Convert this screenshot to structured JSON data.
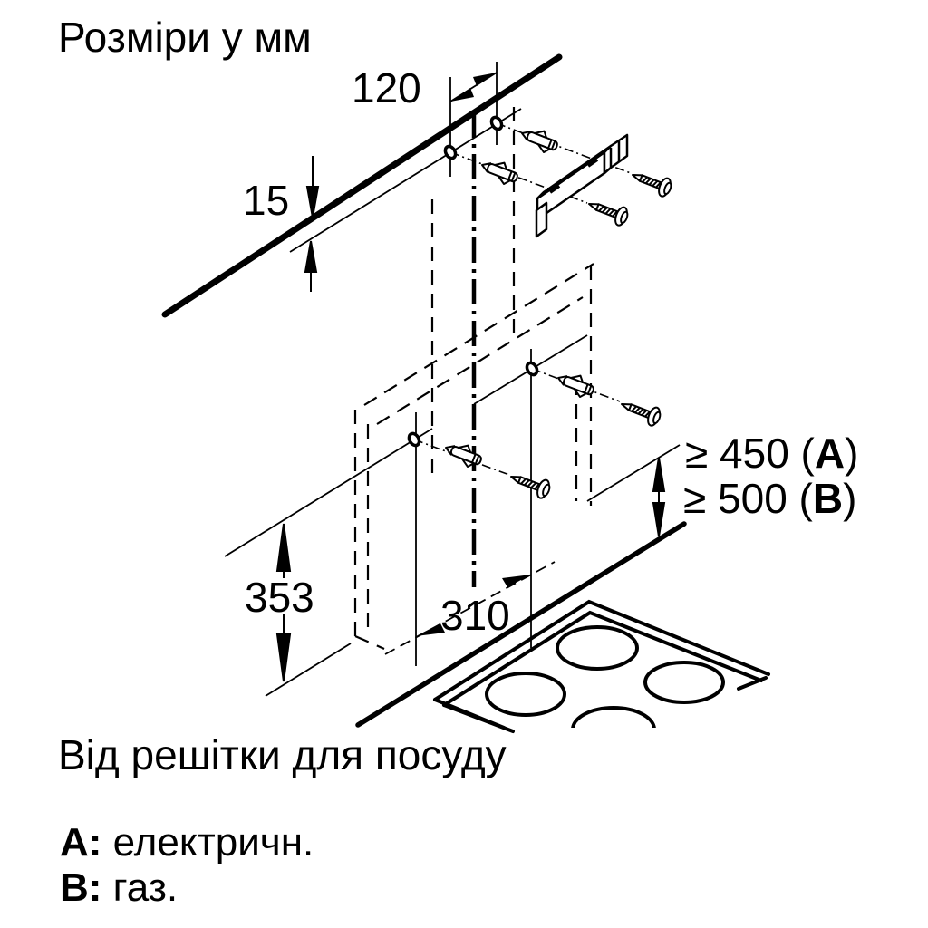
{
  "title": "Розміри у мм",
  "dimensions": {
    "hole_spacing": "120",
    "ceiling_offset": "15",
    "template_height": "353",
    "lower_hole_spacing": "310"
  },
  "clearances": {
    "a": {
      "prefix": "≥ 450 (",
      "key": "A",
      "suffix": ")"
    },
    "b": {
      "prefix": "≥ 500 (",
      "key": "B",
      "suffix": ")"
    }
  },
  "footer": {
    "caption": "Від решітки для посуду",
    "legend": [
      {
        "key": "A:",
        "value": "електричн."
      },
      {
        "key": "B:",
        "value": "газ."
      }
    ]
  },
  "colors": {
    "ink": "#000000",
    "background": "#ffffff"
  }
}
